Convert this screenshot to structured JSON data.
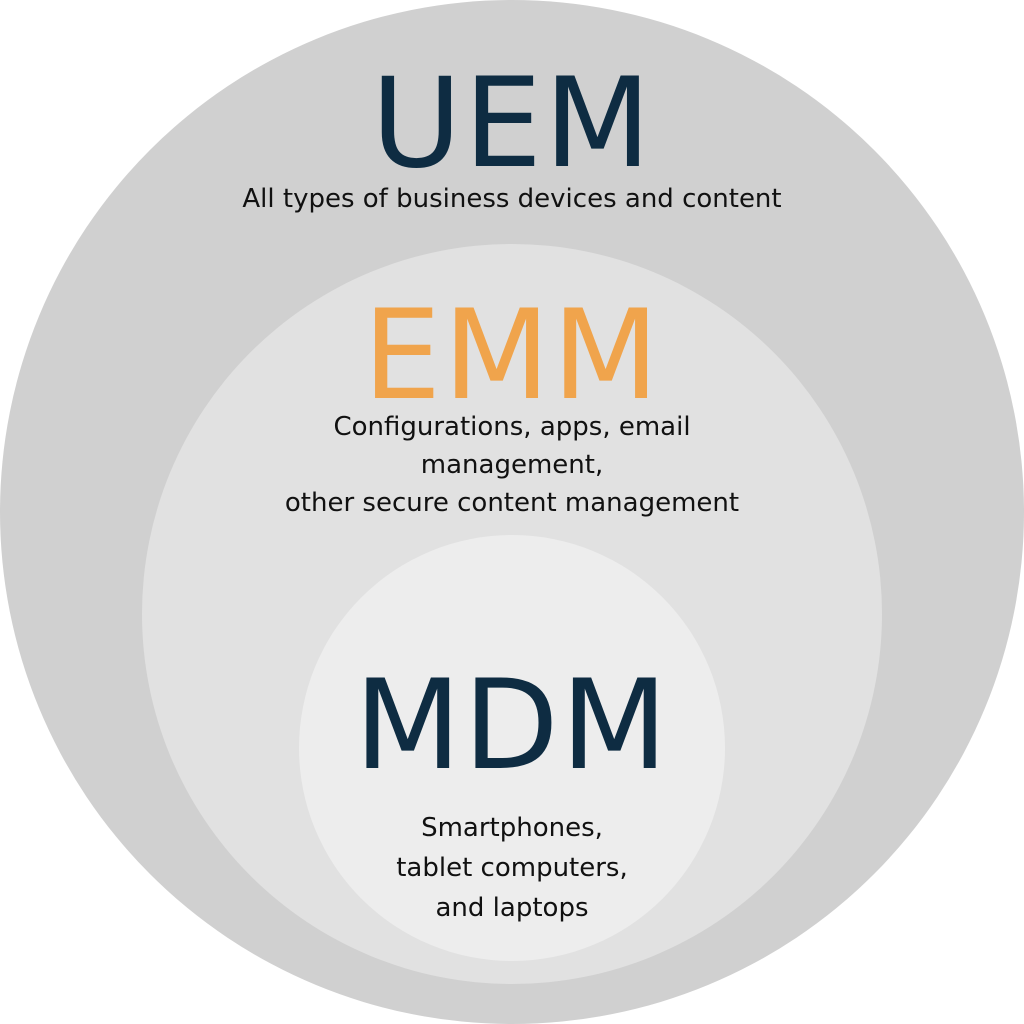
{
  "colors": {
    "outer_circle": "#d0d0d0",
    "middle_circle": "#e1e1e1",
    "inner_circle": "#ededed",
    "navy_text": "#0e2c42",
    "orange_text": "#f0a44c"
  },
  "uem": {
    "title": "UEM",
    "description": "All types of business devices and content"
  },
  "emm": {
    "title": "EMM",
    "description_lines": [
      "Configurations, apps, email",
      "management,",
      "other secure content management"
    ]
  },
  "mdm": {
    "title": "MDM",
    "description_lines": [
      "Smartphones,",
      "tablet computers,",
      "and laptops"
    ]
  }
}
